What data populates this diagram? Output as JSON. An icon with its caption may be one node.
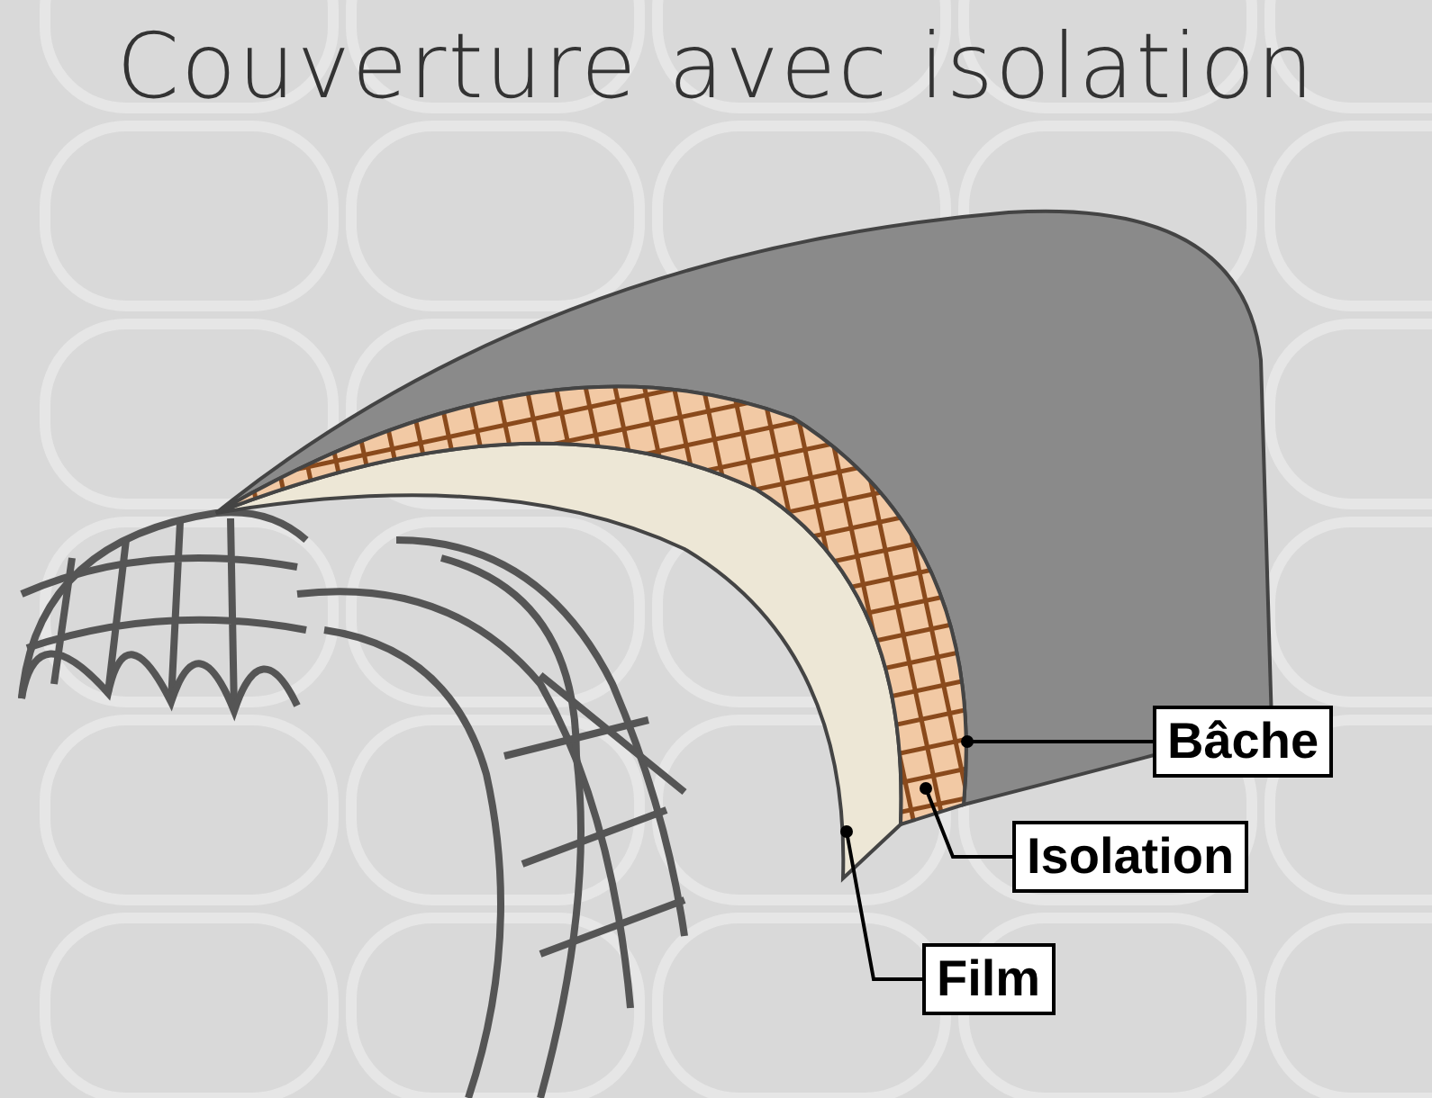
{
  "diagram": {
    "title": "Couverture avec isolation",
    "nodes": [
      {
        "text": [
          "Bâche"
        ]
      },
      {
        "text": [
          "Isolation"
        ]
      },
      {
        "text": [
          "Film"
        ]
      },
      {
        "text": [],
        "shape": "picture"
      },
      {
        "text": [],
        "shape": "picture"
      },
      {
        "text": [],
        "shape": "picture"
      }
    ],
    "edges": [
      {
        "from": 0,
        "to": 3,
        "arrow": "other"
      },
      {
        "from": 1,
        "to": 4,
        "arrow": "other"
      },
      {
        "from": 2,
        "to": 5,
        "arrow": "other"
      }
    ]
  }
}
